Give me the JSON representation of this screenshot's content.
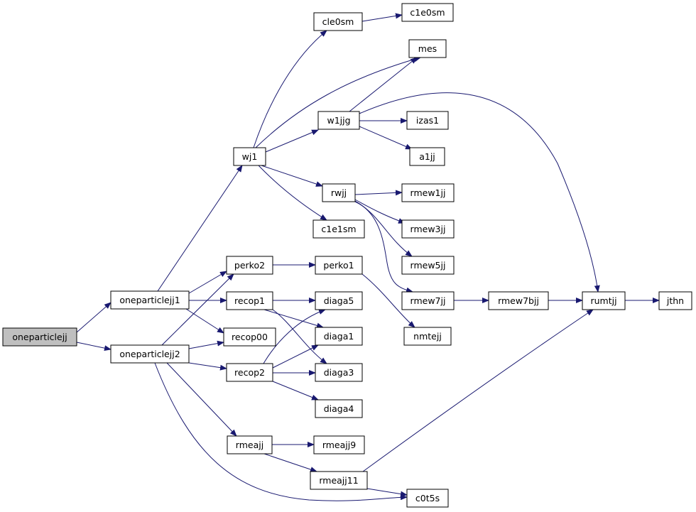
{
  "root": "oneparticlejj",
  "nodes": {
    "oneparticlejj": "oneparticlejj",
    "oneparticlejj1": "oneparticlejj1",
    "oneparticlejj2": "oneparticlejj2",
    "wj1": "wj1",
    "perko2": "perko2",
    "recop1": "recop1",
    "recop00": "recop00",
    "recop2": "recop2",
    "rmeajj": "rmeajj",
    "cle0sm": "cle0sm",
    "c1e0sm": "c1e0sm",
    "mes": "mes",
    "w1jjg": "w1jjg",
    "izas1": "izas1",
    "a1jj": "a1jj",
    "rwjj": "rwjj",
    "c1e1sm": "c1e1sm",
    "perko1": "perko1",
    "diaga5": "diaga5",
    "diaga1": "diaga1",
    "diaga3": "diaga3",
    "diaga4": "diaga4",
    "rmeajj9": "rmeajj9",
    "rmeajj11": "rmeajj11",
    "c0t5s": "c0t5s",
    "rmew1jj": "rmew1jj",
    "rmew3jj": "rmew3jj",
    "rmew5jj": "rmew5jj",
    "rmew7jj": "rmew7jj",
    "nmtejj": "nmtejj",
    "rmew7bjj": "rmew7bjj",
    "rumtjj": "rumtjj",
    "jthn": "jthn"
  },
  "edges": [
    [
      "oneparticlejj",
      "oneparticlejj1"
    ],
    [
      "oneparticlejj",
      "oneparticlejj2"
    ],
    [
      "oneparticlejj1",
      "wj1"
    ],
    [
      "oneparticlejj1",
      "perko2"
    ],
    [
      "oneparticlejj1",
      "recop1"
    ],
    [
      "oneparticlejj1",
      "recop00"
    ],
    [
      "oneparticlejj2",
      "perko2"
    ],
    [
      "oneparticlejj2",
      "recop00"
    ],
    [
      "oneparticlejj2",
      "recop2"
    ],
    [
      "oneparticlejj2",
      "rmeajj"
    ],
    [
      "oneparticlejj2",
      "c0t5s"
    ],
    [
      "wj1",
      "cle0sm"
    ],
    [
      "wj1",
      "mes"
    ],
    [
      "wj1",
      "w1jjg"
    ],
    [
      "wj1",
      "rwjj"
    ],
    [
      "wj1",
      "c1e1sm"
    ],
    [
      "cle0sm",
      "c1e0sm"
    ],
    [
      "w1jjg",
      "mes"
    ],
    [
      "w1jjg",
      "izas1"
    ],
    [
      "w1jjg",
      "a1jj"
    ],
    [
      "w1jjg",
      "rumtjj"
    ],
    [
      "rwjj",
      "rmew1jj"
    ],
    [
      "rwjj",
      "rmew3jj"
    ],
    [
      "rwjj",
      "rmew5jj"
    ],
    [
      "rwjj",
      "rmew7jj"
    ],
    [
      "perko2",
      "perko1"
    ],
    [
      "perko1",
      "nmtejj"
    ],
    [
      "recop1",
      "diaga5"
    ],
    [
      "recop1",
      "diaga1"
    ],
    [
      "recop1",
      "diaga3"
    ],
    [
      "recop2",
      "diaga5"
    ],
    [
      "recop2",
      "diaga1"
    ],
    [
      "recop2",
      "diaga3"
    ],
    [
      "recop2",
      "diaga4"
    ],
    [
      "rmeajj",
      "rmeajj9"
    ],
    [
      "rmeajj",
      "rmeajj11"
    ],
    [
      "rmeajj11",
      "c0t5s"
    ],
    [
      "rmeajj11",
      "rumtjj"
    ],
    [
      "rmew7jj",
      "rmew7bjj"
    ],
    [
      "rmew7bjj",
      "rumtjj"
    ],
    [
      "rumtjj",
      "jthn"
    ]
  ],
  "colors": {
    "edge": "#191970",
    "node_border": "#000000",
    "node_fill": "#ffffff",
    "root_fill": "#bfbfbf"
  }
}
